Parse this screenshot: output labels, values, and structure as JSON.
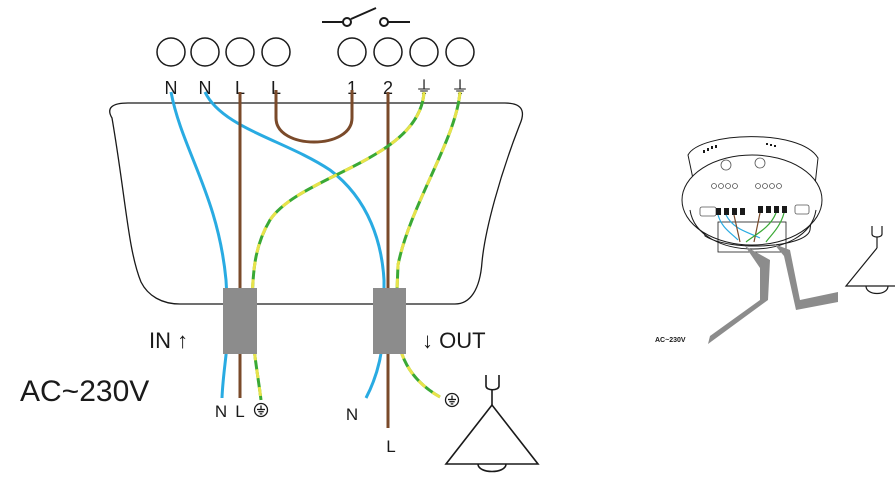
{
  "terminals": {
    "labels": [
      "N",
      "N",
      "L",
      "L",
      "1",
      "2",
      "⏚",
      "⏚"
    ]
  },
  "labels": {
    "in": "IN ↑",
    "out": "↓ OUT",
    "supply": "AC~230V",
    "in_n": "N",
    "in_l": "L",
    "in_pe": "⏚",
    "out_n": "N",
    "out_l": "L",
    "out_pe": "⏚",
    "small_supply": "AC~230V"
  },
  "colors": {
    "neutral": "#29abe2",
    "live": "#7a4a2a",
    "earth_yellow": "#e8e34a",
    "earth_green": "#3aa935",
    "connector": "#8c8c8c",
    "outline": "#1a1a1a"
  },
  "icons": {
    "switch": "switch-symbol-icon",
    "lamp": "lamp-icon",
    "earth": "ground-icon"
  }
}
